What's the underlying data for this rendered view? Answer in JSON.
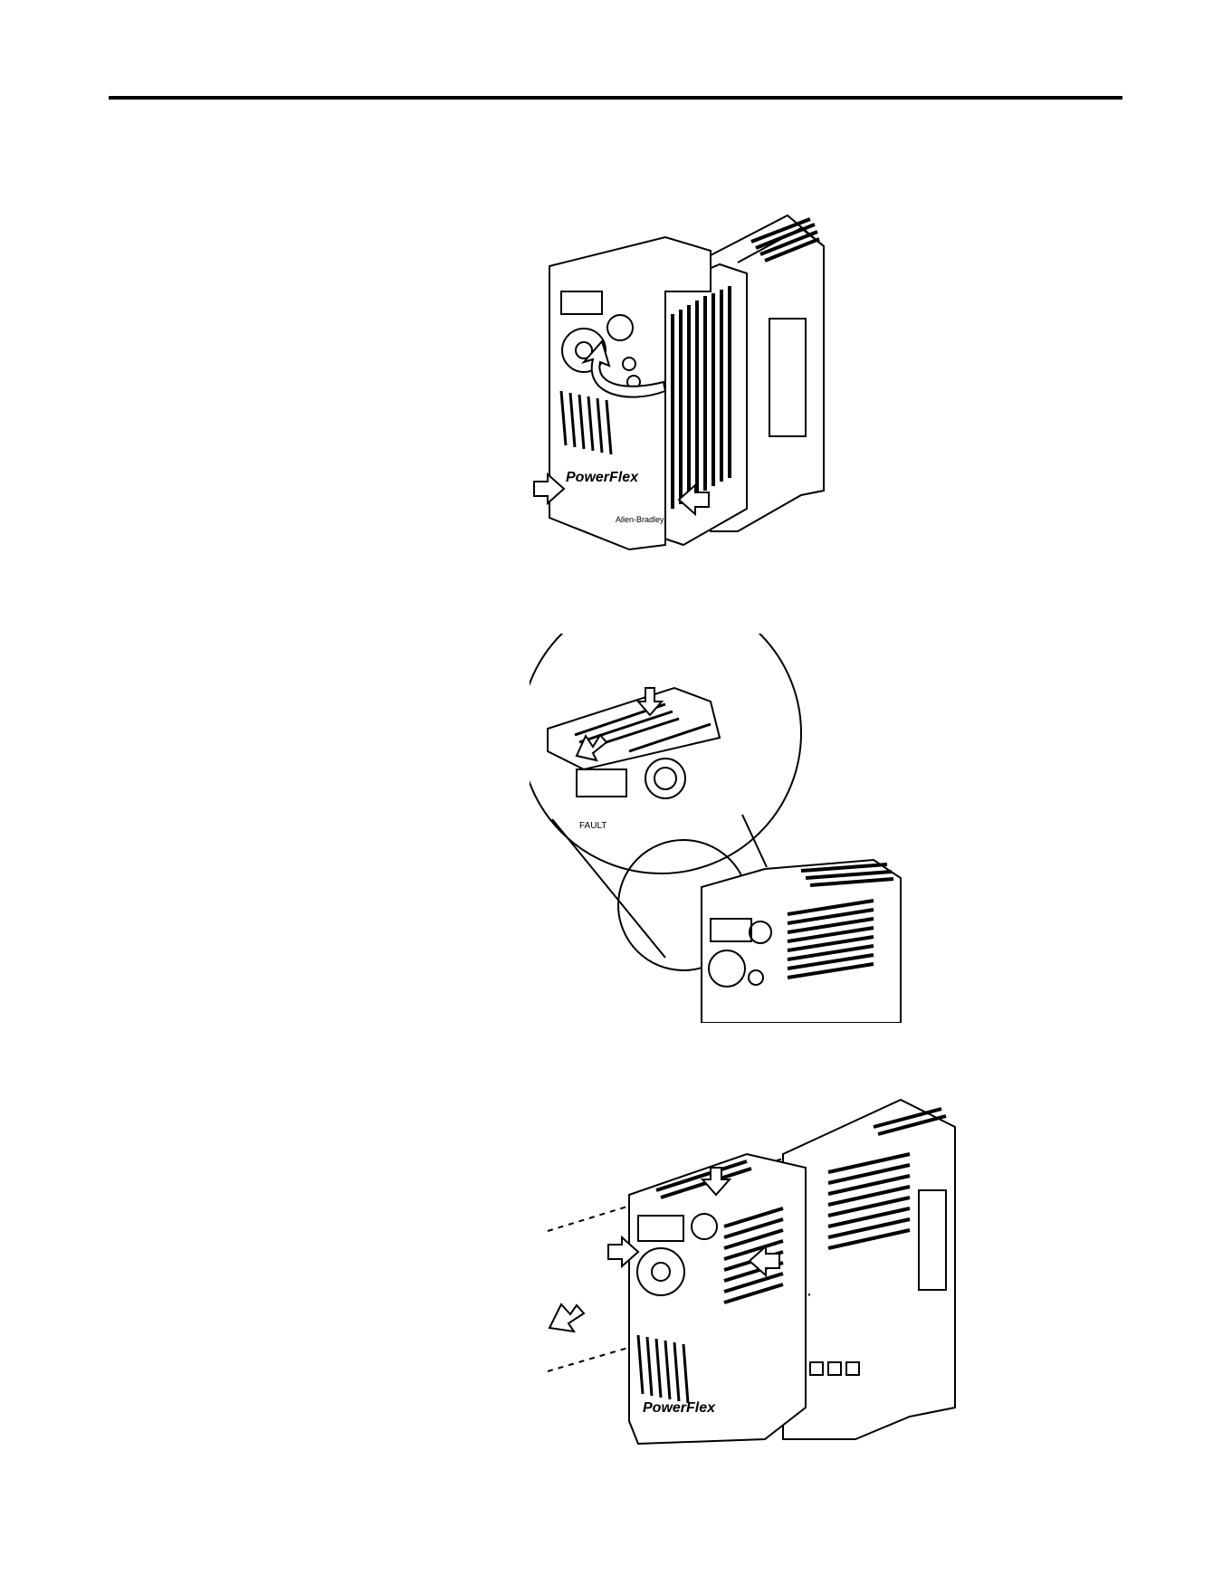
{
  "brand": {
    "product_text_a": "Power",
    "product_text_b": "Flex",
    "maker_text": "Allen-Bradley",
    "fault_label": "FAULT"
  },
  "figures": [
    {
      "id": "fig1",
      "icons": [
        "curved-arrow-icon",
        "push-arrow-icon"
      ]
    },
    {
      "id": "fig2",
      "icons": [
        "press-down-arrow-icon",
        "pull-arrow-icon",
        "magnifier-circle-icon"
      ]
    },
    {
      "id": "fig3",
      "icons": [
        "press-down-arrow-icon",
        "push-arrow-icon",
        "pull-arrow-icon"
      ]
    }
  ],
  "colors": {
    "ink": "#000000",
    "paper": "#ffffff"
  }
}
